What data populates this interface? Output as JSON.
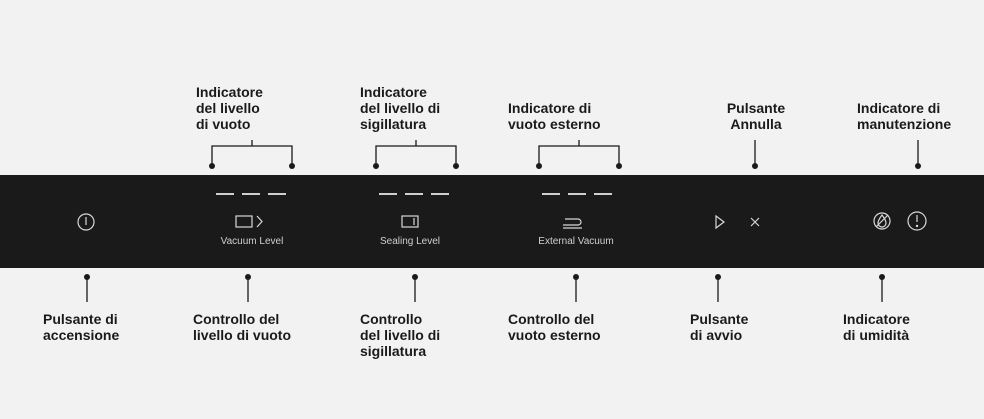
{
  "colors": {
    "background": "#f2f2f2",
    "panel": "#1a1a1a",
    "label_text": "#1a1a1a",
    "icon": "#d8d8d8",
    "leader_line": "#1a1a1a"
  },
  "top_labels": {
    "vacuum_level_indicator": "Indicatore\ndel livello\ndi vuoto",
    "sealing_level_indicator": "Indicatore\ndel livello di\nsigillatura",
    "external_vacuum_indicator": "Indicatore di\nvuoto esterno",
    "cancel_button": "Pulsante\nAnnulla",
    "maintenance_indicator": "Indicatore di\nmanutenzione"
  },
  "bottom_labels": {
    "power_button": "Pulsante di\naccensione",
    "vacuum_level_control": "Controllo del\nlivello di vuoto",
    "sealing_level_control": "Controllo\ndel livello di\nsigillatura",
    "external_vacuum_control": "Controllo del\nvuoto esterno",
    "start_button": "Pulsante\ndi avvio",
    "humidity_indicator": "Indicatore\ndi umidità"
  },
  "panel": {
    "vacuum_level_text": "Vacuum Level",
    "sealing_level_text": "Sealing Level",
    "external_vacuum_text": "External Vacuum",
    "icons": {
      "power": "power-icon",
      "vacuum_level": "vacuum-bag-arrow-icon",
      "sealing_level": "seal-bar-icon",
      "external_vacuum": "hose-icon",
      "start": "play-icon",
      "cancel": "close-icon",
      "humidity": "no-drop-icon",
      "maintenance": "alert-circle-icon"
    }
  }
}
